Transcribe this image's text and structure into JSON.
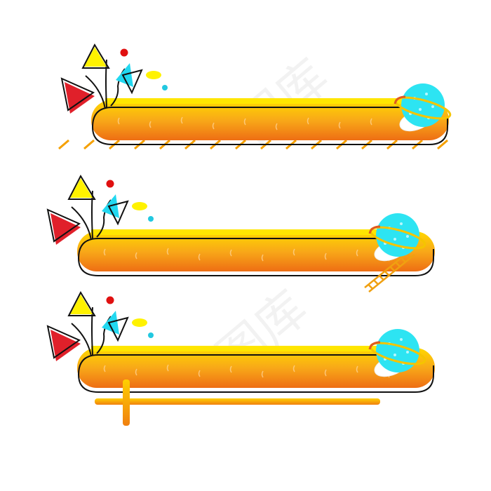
{
  "watermark": "图库",
  "colors": {
    "bar_top": "#ffd400",
    "bar_bottom": "#f07a14",
    "outline": "#111111",
    "planet": "#2de4f2",
    "ring": "#f5c400",
    "red": "#e0202a",
    "yellow": "#fff200",
    "cyan": "#22d8f0"
  },
  "banners": [
    {
      "decoration": "rail-track"
    },
    {
      "decoration": "diagonal-ladder"
    },
    {
      "decoration": "cross-bar"
    }
  ]
}
